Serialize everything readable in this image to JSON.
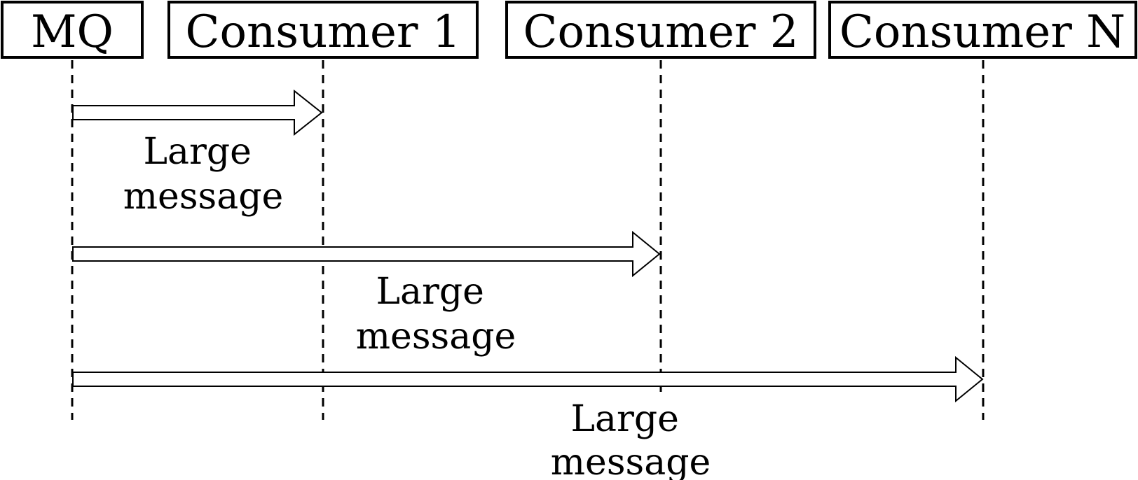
{
  "participants": [
    {
      "id": "mq",
      "label": "MQ"
    },
    {
      "id": "consumer-1",
      "label": "Consumer 1"
    },
    {
      "id": "consumer-2",
      "label": "Consumer 2"
    },
    {
      "id": "consumer-n",
      "label": "Consumer N"
    }
  ],
  "messages": [
    {
      "from": "mq",
      "to": "consumer-1",
      "line1": "Large",
      "line2": "message"
    },
    {
      "from": "mq",
      "to": "consumer-2",
      "line1": "Large",
      "line2": "message"
    },
    {
      "from": "mq",
      "to": "consumer-n",
      "line1": "Large",
      "line2": "message"
    }
  ],
  "colors": {
    "stroke": "#000000",
    "background": "#ffffff"
  }
}
